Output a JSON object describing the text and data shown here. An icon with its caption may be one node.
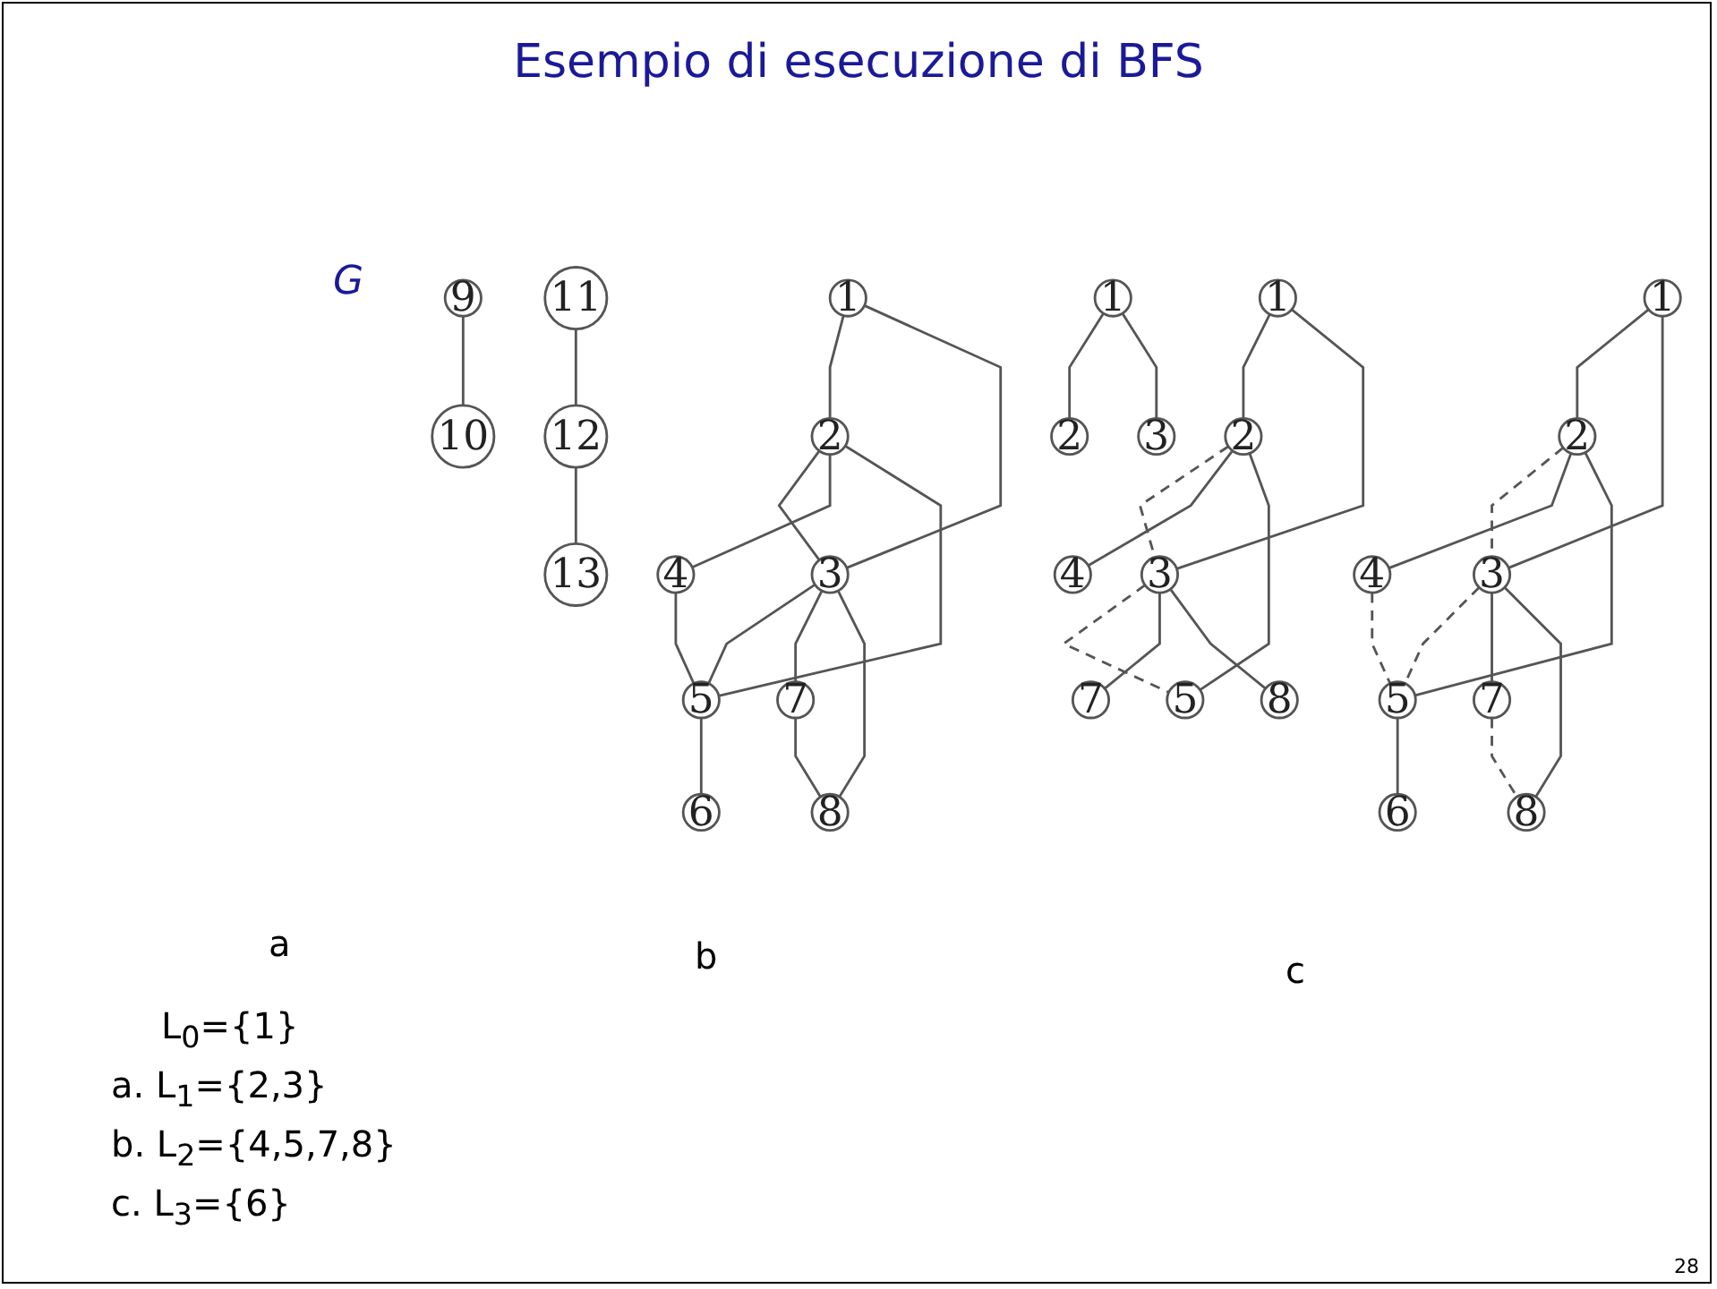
{
  "diagram": {
    "title": "Esempio di esecuzione di BFS",
    "nodes": [
      {
        "text": [
          "1"
        ]
      },
      {
        "text": [
          "2"
        ]
      },
      {
        "text": [
          "3"
        ]
      },
      {
        "text": [
          "4"
        ]
      },
      {
        "text": [
          "5"
        ]
      },
      {
        "text": [
          "6"
        ]
      },
      {
        "text": [
          "7"
        ]
      },
      {
        "text": [
          "8"
        ]
      },
      {
        "text": [
          "9"
        ]
      },
      {
        "text": [
          "10"
        ]
      },
      {
        "text": [
          "11"
        ]
      },
      {
        "text": [
          "12"
        ]
      },
      {
        "text": [
          "13"
        ]
      },
      {
        "text": [
          "1"
        ]
      },
      {
        "text": [
          "2"
        ]
      },
      {
        "text": [
          "3"
        ]
      },
      {
        "text": [
          "1"
        ]
      },
      {
        "text": [
          "2"
        ]
      },
      {
        "text": [
          "3"
        ]
      },
      {
        "text": [
          "4"
        ]
      },
      {
        "text": [
          "5"
        ]
      },
      {
        "text": [
          "7"
        ]
      },
      {
        "text": [
          "8"
        ]
      },
      {
        "text": [
          "1"
        ]
      },
      {
        "text": [
          "2"
        ]
      },
      {
        "text": [
          "3"
        ]
      },
      {
        "text": [
          "4"
        ]
      },
      {
        "text": [
          "5"
        ]
      },
      {
        "text": [
          "7"
        ]
      },
      {
        "text": [
          "8"
        ]
      },
      {
        "text": [
          "6"
        ]
      }
    ],
    "edges": [
      {
        "from": 0,
        "to": 1,
        "arrow": "none"
      },
      {
        "from": 0,
        "to": 2,
        "arrow": "none"
      },
      {
        "from": 1,
        "to": 2,
        "arrow": "none"
      },
      {
        "from": 1,
        "to": 3,
        "arrow": "none"
      },
      {
        "from": 1,
        "to": 4,
        "arrow": "none"
      },
      {
        "from": 2,
        "to": 4,
        "arrow": "none"
      },
      {
        "from": 2,
        "to": 6,
        "arrow": "none"
      },
      {
        "from": 2,
        "to": 7,
        "arrow": "none"
      },
      {
        "from": 6,
        "to": 7,
        "arrow": "none"
      },
      {
        "from": 3,
        "to": 4,
        "arrow": "none"
      },
      {
        "from": 4,
        "to": 5,
        "arrow": "none"
      },
      {
        "from": 8,
        "to": 9,
        "arrow": "none"
      },
      {
        "from": 10,
        "to": 11,
        "arrow": "none"
      },
      {
        "from": 11,
        "to": 12,
        "arrow": "none"
      },
      {
        "from": 13,
        "to": 14,
        "arrow": "none"
      },
      {
        "from": 13,
        "to": 15,
        "arrow": "none"
      },
      {
        "from": 16,
        "to": 17,
        "arrow": "none"
      },
      {
        "from": 16,
        "to": 18,
        "arrow": "none"
      },
      {
        "from": 17,
        "to": 18,
        "arrow": "none",
        "style": "dashed"
      },
      {
        "from": 17,
        "to": 19,
        "arrow": "none"
      },
      {
        "from": 17,
        "to": 20,
        "arrow": "none"
      },
      {
        "from": 18,
        "to": 20,
        "arrow": "none",
        "style": "dashed"
      },
      {
        "from": 18,
        "to": 21,
        "arrow": "none"
      },
      {
        "from": 18,
        "to": 22,
        "arrow": "none"
      },
      {
        "from": 23,
        "to": 24,
        "arrow": "none"
      },
      {
        "from": 23,
        "to": 25,
        "arrow": "none"
      },
      {
        "from": 24,
        "to": 25,
        "arrow": "none",
        "style": "dashed"
      },
      {
        "from": 24,
        "to": 26,
        "arrow": "none"
      },
      {
        "from": 24,
        "to": 27,
        "arrow": "none"
      },
      {
        "from": 25,
        "to": 27,
        "arrow": "none",
        "style": "dashed"
      },
      {
        "from": 25,
        "to": 28,
        "arrow": "none"
      },
      {
        "from": 25,
        "to": 29,
        "arrow": "none"
      },
      {
        "from": 26,
        "to": 27,
        "arrow": "none",
        "style": "dashed"
      },
      {
        "from": 28,
        "to": 29,
        "arrow": "none",
        "style": "dashed"
      },
      {
        "from": 27,
        "to": 30,
        "arrow": "none"
      }
    ],
    "labels": [
      "G",
      "a",
      "b",
      "c",
      "L$_{0}$={1}",
      "a. L$_{1}$={2,3}",
      "b. L$_{2}$={4,5,7,8}",
      "c. L$_{3}$={6}",
      "28"
    ]
  }
}
